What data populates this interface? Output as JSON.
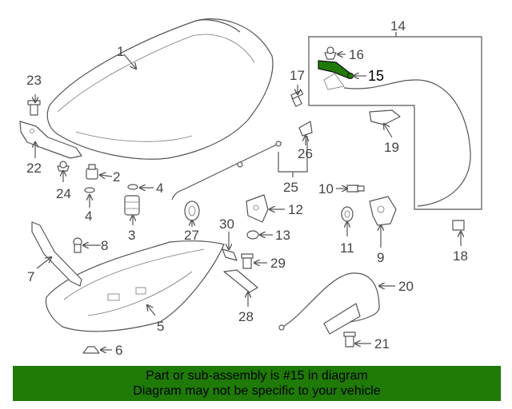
{
  "callouts": {
    "c1": "1",
    "c2": "2",
    "c3": "3",
    "c4a": "4",
    "c4b": "4",
    "c5": "5",
    "c6": "6",
    "c7": "7",
    "c8": "8",
    "c9": "9",
    "c10": "10",
    "c11": "11",
    "c12": "12",
    "c13": "13",
    "c14": "14",
    "c15": "15",
    "c16": "16",
    "c17": "17",
    "c18": "18",
    "c19": "19",
    "c20": "20",
    "c21": "21",
    "c22": "22",
    "c23": "23",
    "c24": "24",
    "c25": "25",
    "c26": "26",
    "c27": "27",
    "c28": "28",
    "c29": "29",
    "c30": "30"
  },
  "highlight_part": "15",
  "highlight_color": "#1f7a07",
  "banner": {
    "line1": "Part or sub-assembly is #15 in diagram",
    "line2": "Diagram may not be specific to your vehicle",
    "background": "#1f7a07"
  }
}
